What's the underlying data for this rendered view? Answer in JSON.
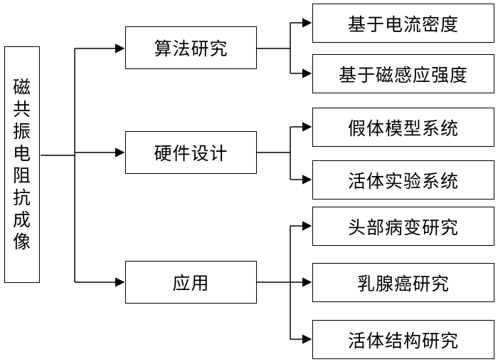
{
  "root": {
    "chars": [
      "磁",
      "共",
      "振",
      "电",
      "阻",
      "抗",
      "成",
      "像"
    ]
  },
  "branches": [
    {
      "label": "算法研究",
      "children": [
        "基于电流密度",
        "基于磁感应强度"
      ]
    },
    {
      "label": "硬件设计",
      "children": [
        "假体模型系统",
        "活体实验系统"
      ]
    },
    {
      "label": "应用",
      "children": [
        "头部病变研究",
        "乳腺癌研究",
        "活体结构研究"
      ]
    }
  ]
}
